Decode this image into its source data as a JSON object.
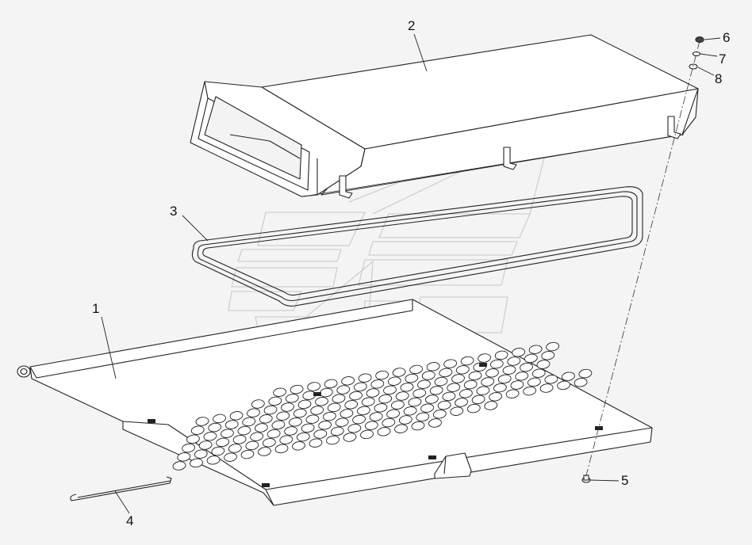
{
  "diagram": {
    "callouts": [
      {
        "id": "1",
        "label": "1"
      },
      {
        "id": "2",
        "label": "2"
      },
      {
        "id": "3",
        "label": "3"
      },
      {
        "id": "4",
        "label": "4"
      },
      {
        "id": "5",
        "label": "5"
      },
      {
        "id": "6",
        "label": "6"
      },
      {
        "id": "7",
        "label": "7"
      },
      {
        "id": "8",
        "label": "8"
      }
    ],
    "colors": {
      "line": "#222222",
      "fill": "#ffffff",
      "watermark": "#cfcfcf"
    }
  }
}
